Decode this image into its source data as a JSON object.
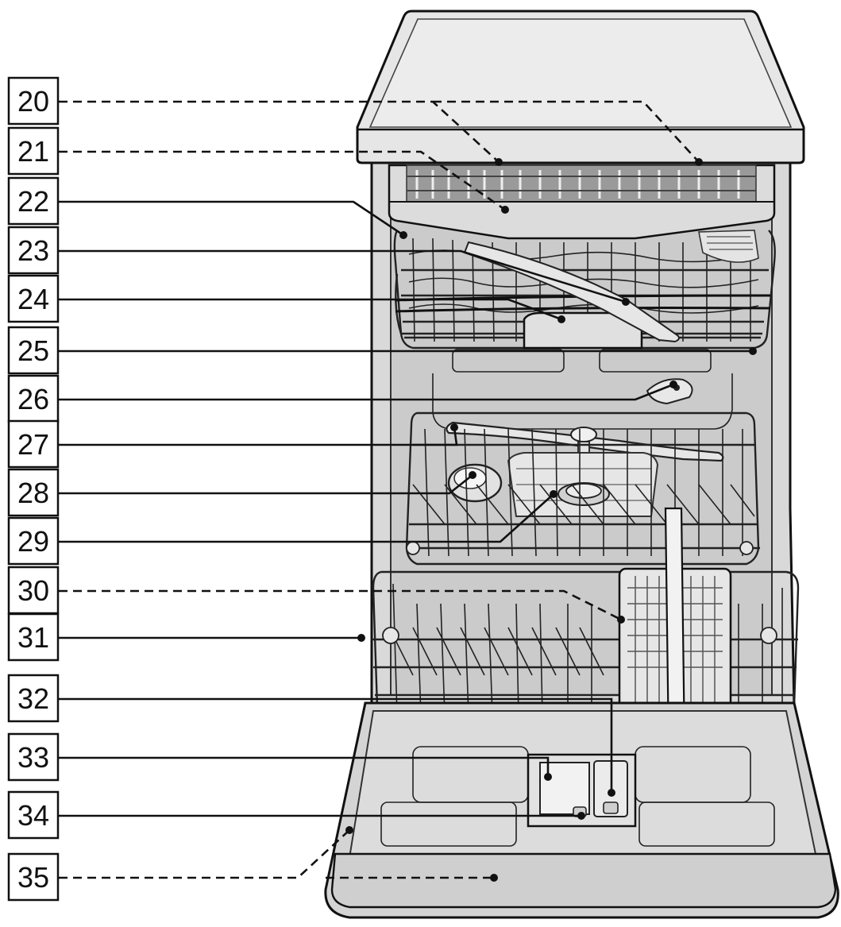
{
  "callouts": [
    {
      "number": "20",
      "style": "dashed"
    },
    {
      "number": "21",
      "style": "dashed"
    },
    {
      "number": "22",
      "style": "solid"
    },
    {
      "number": "23",
      "style": "solid"
    },
    {
      "number": "24",
      "style": "solid"
    },
    {
      "number": "25",
      "style": "solid"
    },
    {
      "number": "26",
      "style": "solid"
    },
    {
      "number": "27",
      "style": "solid"
    },
    {
      "number": "28",
      "style": "solid"
    },
    {
      "number": "29",
      "style": "solid"
    },
    {
      "number": "30",
      "style": "dashed"
    },
    {
      "number": "31",
      "style": "solid"
    },
    {
      "number": "32",
      "style": "solid"
    },
    {
      "number": "33",
      "style": "solid"
    },
    {
      "number": "34",
      "style": "solid"
    },
    {
      "number": "35",
      "style": "dashed"
    }
  ],
  "colors": {
    "line": "#111111",
    "worktop": "#e4e4e4",
    "cavity": "#cfcfcf",
    "door": "#d8d8d8",
    "rack_wire": "#222222"
  }
}
